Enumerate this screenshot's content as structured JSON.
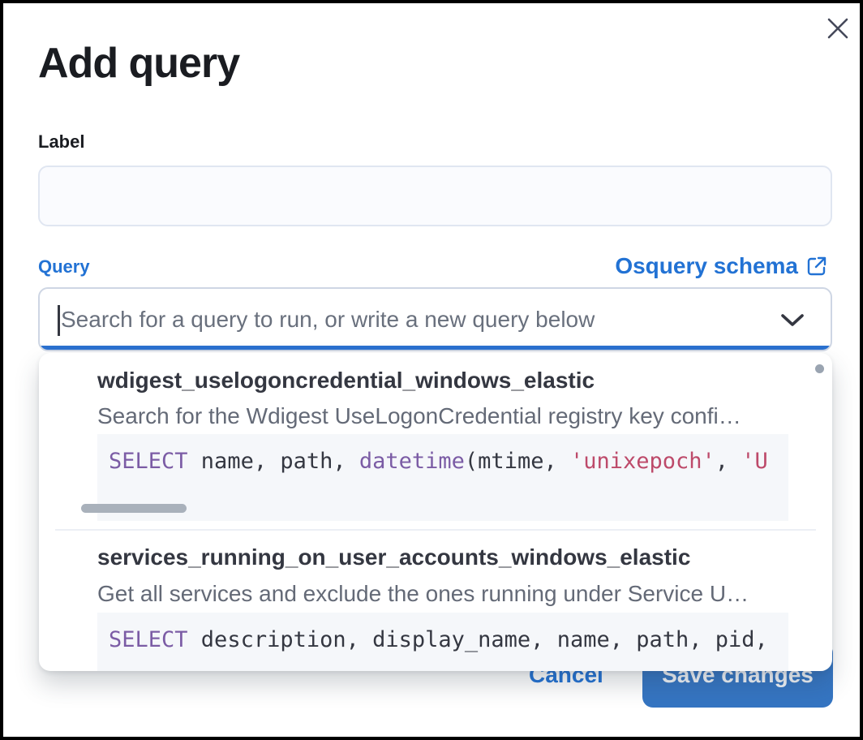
{
  "modal": {
    "title": "Add query"
  },
  "form": {
    "label_field": {
      "label": "Label",
      "value": ""
    },
    "query_field": {
      "label": "Query",
      "schema_link_label": "Osquery schema",
      "placeholder": "Search for a query to run, or write a new query below",
      "value": ""
    }
  },
  "dropdown": {
    "items": [
      {
        "title": "wdigest_uselogoncredential_windows_elastic",
        "description": "Search for the Wdigest UseLogonCredential registry key confi…",
        "code_tokens": [
          {
            "t": "kw",
            "v": "SELECT"
          },
          {
            "t": "plain",
            "v": " name, path, "
          },
          {
            "t": "kw",
            "v": "datetime"
          },
          {
            "t": "plain",
            "v": "(mtime, "
          },
          {
            "t": "str",
            "v": "'unixepoch'"
          },
          {
            "t": "plain",
            "v": ", "
          },
          {
            "t": "str",
            "v": "'U"
          }
        ]
      },
      {
        "title": "services_running_on_user_accounts_windows_elastic",
        "description": "Get all services and exclude the ones running under Service U…",
        "code_tokens": [
          {
            "t": "kw",
            "v": "SELECT"
          },
          {
            "t": "plain",
            "v": " description, display_name, name, path, pid,"
          }
        ]
      }
    ]
  },
  "footer": {
    "cancel_label": "Cancel",
    "save_label": "Save changes"
  },
  "colors": {
    "primary_link_blue": "#2272d4",
    "save_button_blue": "#3575c2",
    "focus_underline_blue": "#2b71d0",
    "code_keyword_purple": "#7b5ca5",
    "code_string_pink": "#bd4a6a",
    "code_background": "#f5f7fa",
    "text_dark": "#343741",
    "text_subdued": "#646a77"
  }
}
